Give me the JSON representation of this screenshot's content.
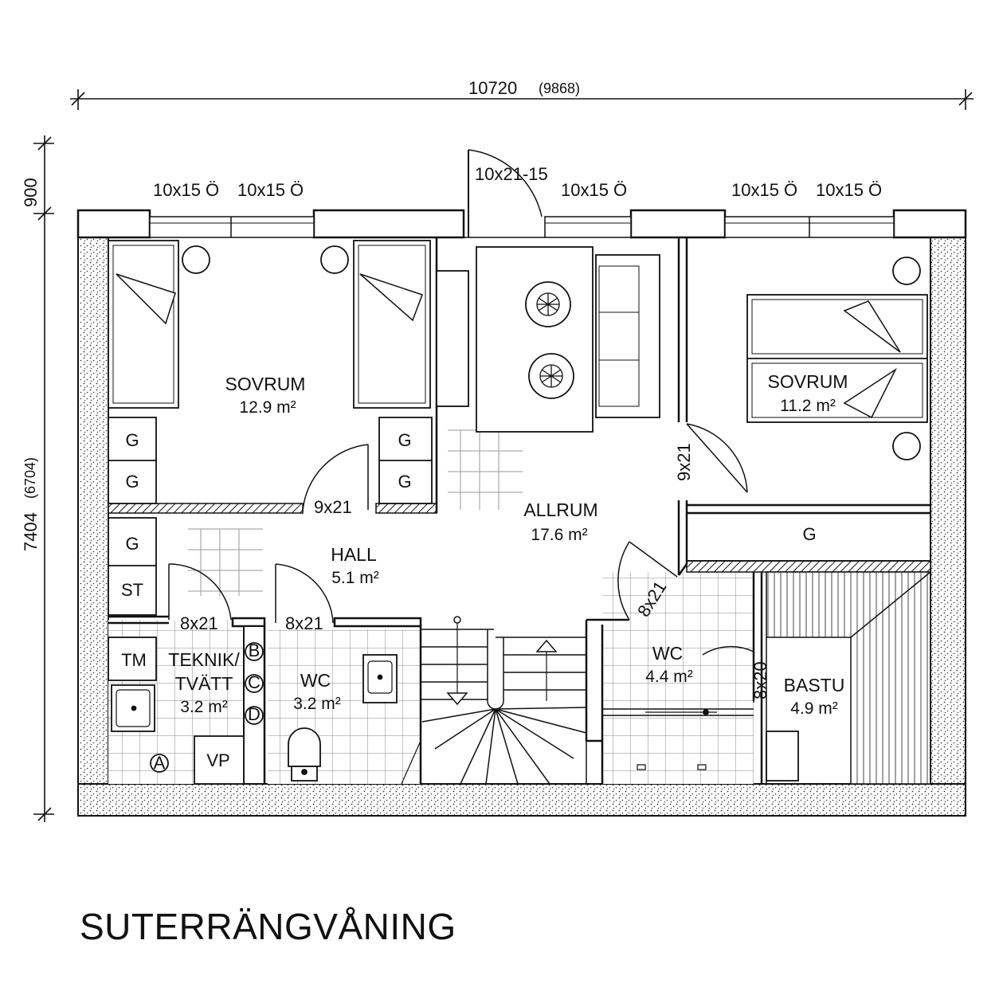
{
  "plan": {
    "title": "SUTERRÄNGVÅNING",
    "dimensions": {
      "width_label": "10720",
      "width_inner": "(9868)",
      "height_label": "7404",
      "height_inner": "(6704)",
      "offset_label": "900"
    },
    "windows": [
      "10x15 Ö",
      "10x15 Ö",
      "10x15 Ö",
      "10x15 Ö",
      "10x15 Ö"
    ],
    "entrance_door": "10x21-15",
    "rooms": {
      "sovrum_left": {
        "name": "SOVRUM",
        "area": "12.9 m²"
      },
      "sovrum_right": {
        "name": "SOVRUM",
        "area": "11.2 m²"
      },
      "allrum": {
        "name": "ALLRUM",
        "area": "17.6 m²"
      },
      "hall": {
        "name": "HALL",
        "area": "5.1 m²"
      },
      "teknik": {
        "name_line1": "TEKNIK/",
        "name_line2": "TVÄTT",
        "area": "3.2 m²"
      },
      "wc_small": {
        "name": "WC",
        "area": "3.2 m²"
      },
      "wc_large": {
        "name": "WC",
        "area": "4.4 m²"
      },
      "bastu": {
        "name": "BASTU",
        "area": "4.9 m²"
      }
    },
    "doors": {
      "sovrum_left": "9x21",
      "sovrum_right": "9x21",
      "teknik": "8x21",
      "wc_small": "8x21",
      "wc_large": "8x21",
      "bastu": "8x20"
    },
    "fixtures": {
      "g": "G",
      "st": "ST",
      "tm": "TM",
      "vp": "VP",
      "marker_a": "A",
      "marker_b": "B",
      "marker_c": "C",
      "marker_d": "D"
    }
  }
}
